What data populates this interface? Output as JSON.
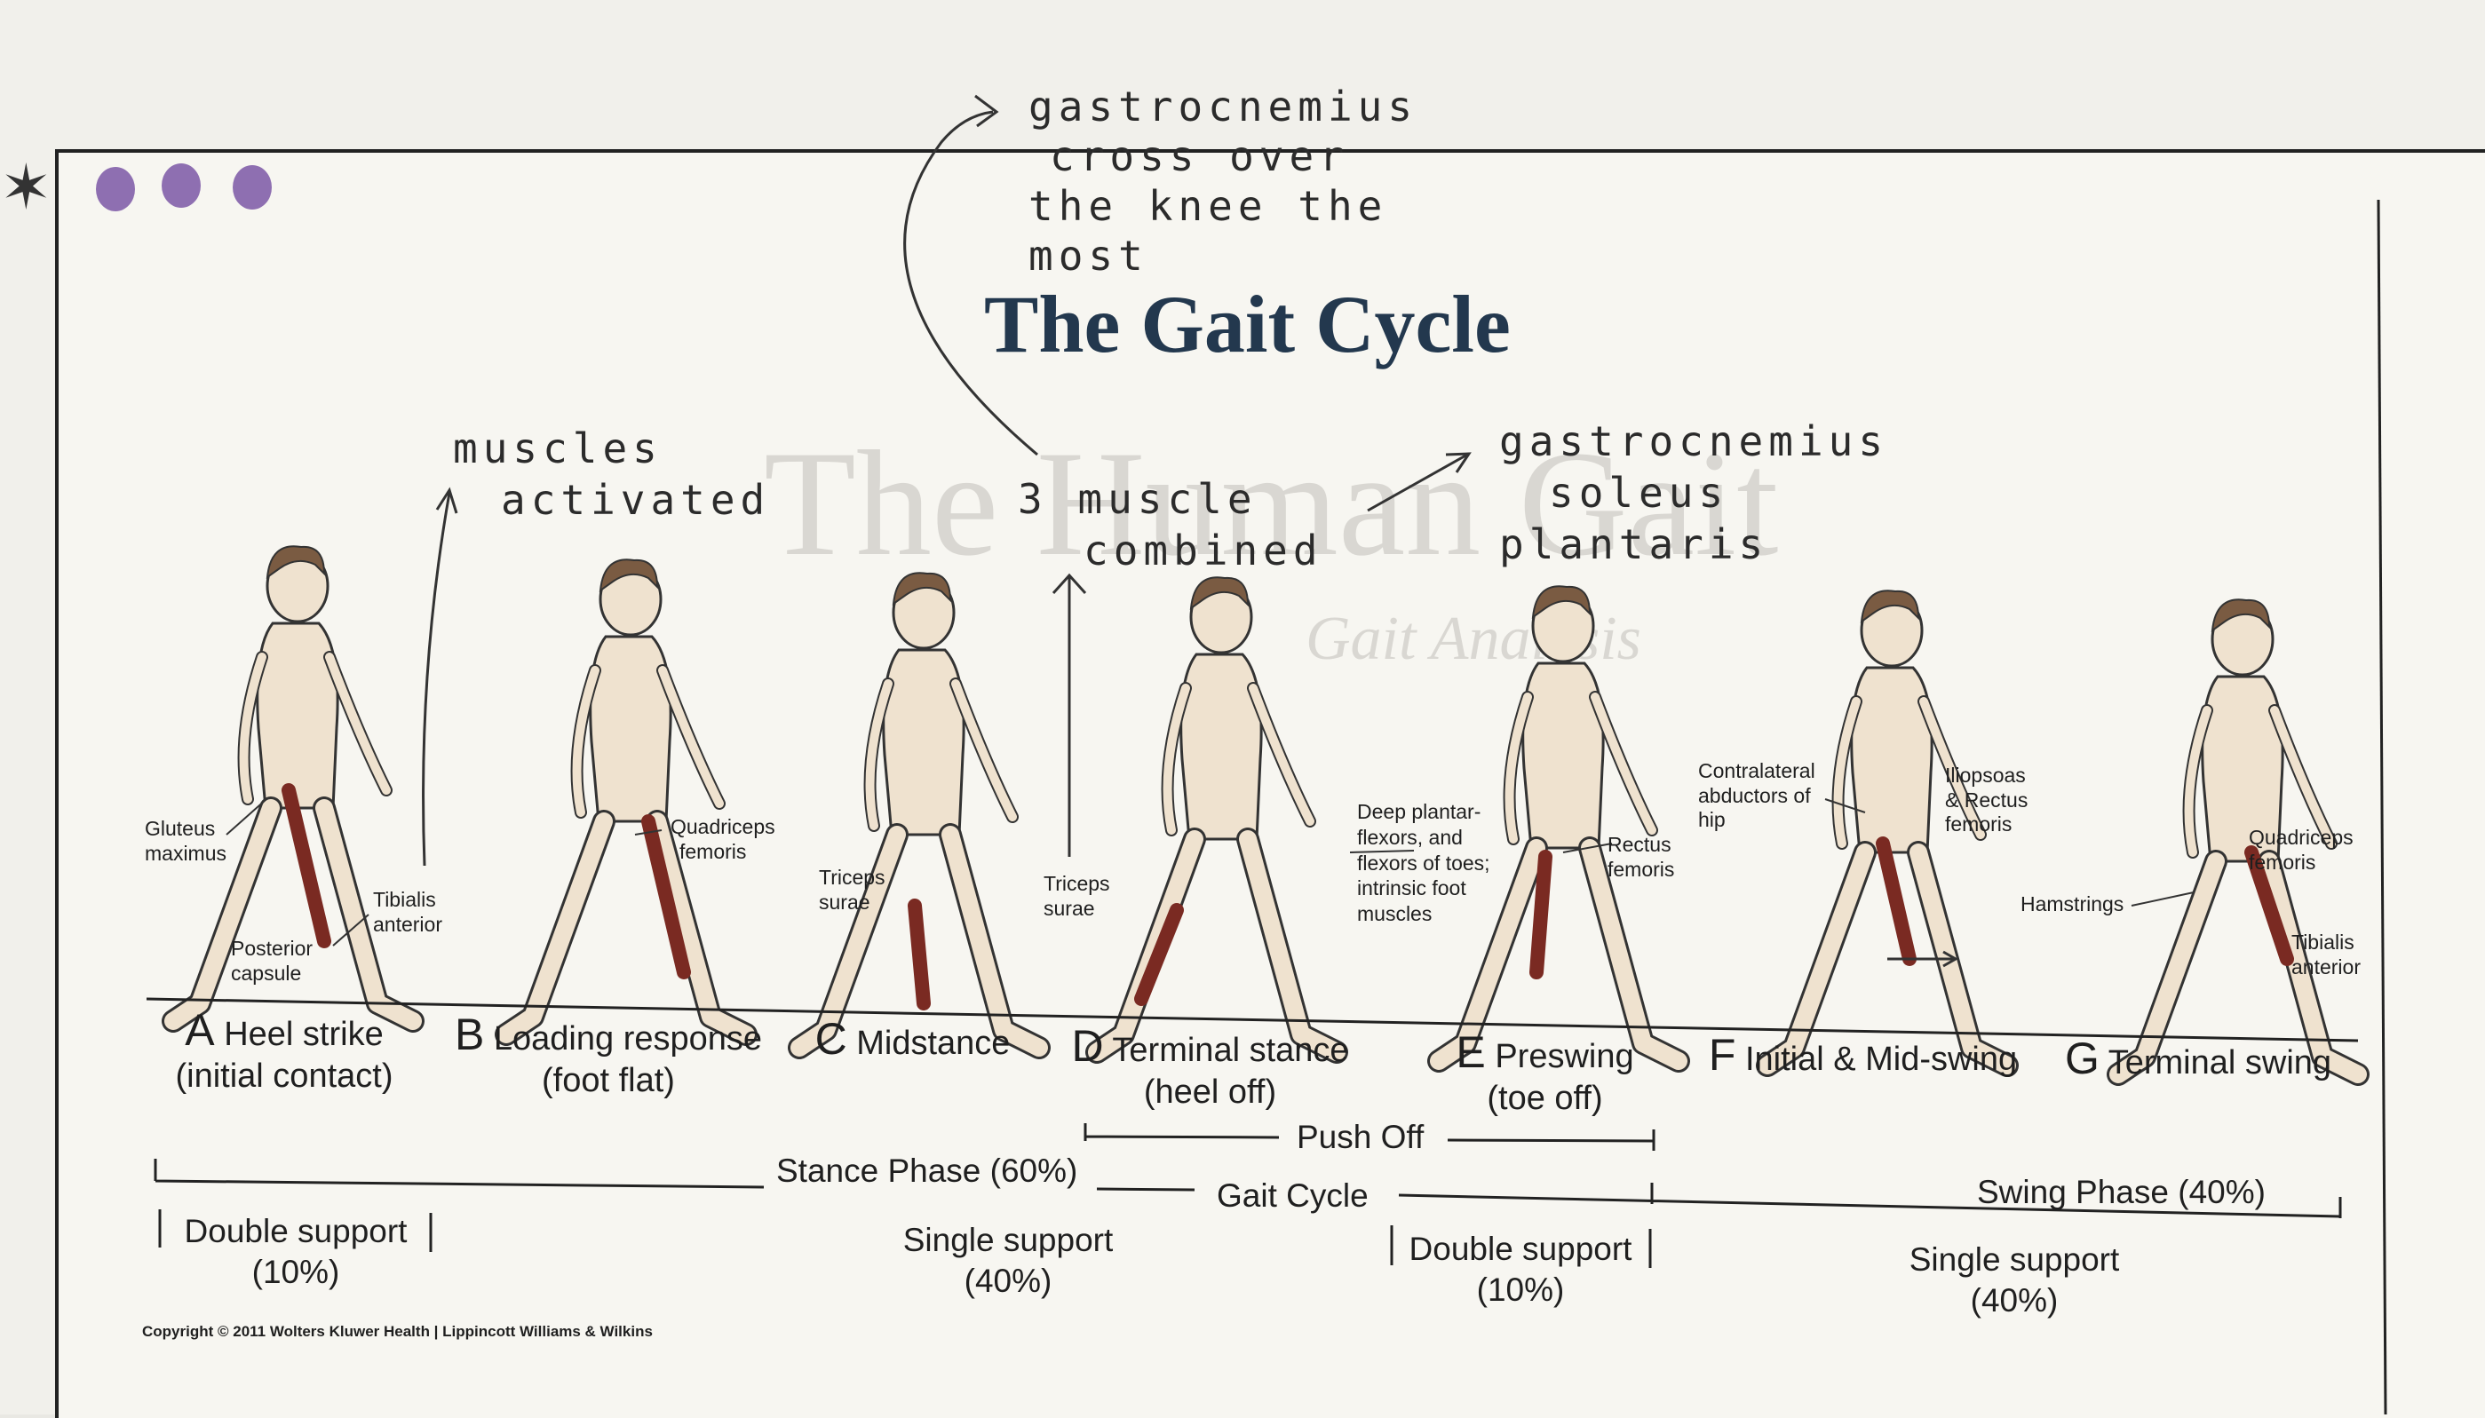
{
  "header": {
    "title": "The Gait Cycle",
    "ghost_title": "The Human Gait",
    "ghost_subtitle": "Gait Analysis"
  },
  "annotations": {
    "muscles": [
      "muscles",
      "activated"
    ],
    "combined": [
      "3 muscle",
      "combined"
    ],
    "trio": [
      "gastrocnemius",
      "soleus",
      "plantaris"
    ],
    "gastro_note": [
      "gastrocnemius",
      "cross over",
      "the knee   the",
      "most"
    ]
  },
  "stages": [
    {
      "letter": "A",
      "label": "Heel strike",
      "sub": "(initial contact)"
    },
    {
      "letter": "B",
      "label": "Loading response",
      "sub": "(foot flat)"
    },
    {
      "letter": "C",
      "label": "Midstance",
      "sub": ""
    },
    {
      "letter": "D",
      "label": "Terminal stance",
      "sub": "(heel off)"
    },
    {
      "letter": "E",
      "label": "Preswing",
      "sub": "(toe off)"
    },
    {
      "letter": "F",
      "label": "Initial & Mid-swing",
      "sub": ""
    },
    {
      "letter": "G",
      "label": "Terminal swing",
      "sub": ""
    }
  ],
  "muscle_labels": {
    "gluteus": [
      "Gluteus",
      "maximus"
    ],
    "tibialis_a": [
      "Tibialis",
      "anterior"
    ],
    "posterior": [
      "Posterior",
      "capsule"
    ],
    "quadriceps_b": [
      "Quadriceps",
      "femoris"
    ],
    "triceps_c": [
      "Triceps",
      "surae"
    ],
    "triceps_d": [
      "Triceps",
      "surae"
    ],
    "deep": [
      "Deep plantar-",
      "flexors, and",
      "flexors of toes;",
      "intrinsic foot",
      "muscles"
    ],
    "rectus": [
      "Rectus",
      "femoris"
    ],
    "contralateral": [
      "Contralateral",
      "abductors of",
      "hip"
    ],
    "iliopsoas": [
      "Iliopsoas",
      "& Rectus",
      "femoris"
    ],
    "hamstrings": "Hamstrings",
    "quadriceps_g": [
      "Quadriceps",
      "femoris"
    ],
    "tibialis_g": [
      "Tibialis",
      "anterior"
    ]
  },
  "phases": {
    "push_off": "Push Off",
    "stance": "Stance Phase (60%)",
    "gait_cycle": "Gait Cycle",
    "swing": "Swing Phase (40%)",
    "double1": [
      "Double support",
      "(10%)"
    ],
    "single1": [
      "Single support",
      "(40%)"
    ],
    "double2": [
      "Double support",
      "(10%)"
    ],
    "single2": [
      "Single support",
      "(40%)"
    ]
  },
  "footer": {
    "copyright": "Copyright © 2011 Wolters Kluwer Health | Lippincott Williams & Wilkins"
  },
  "colors": {
    "title": "#23384e",
    "dots": "#8e6fb1",
    "muscle": "#7a2a22",
    "skin": "#efe2cf"
  }
}
